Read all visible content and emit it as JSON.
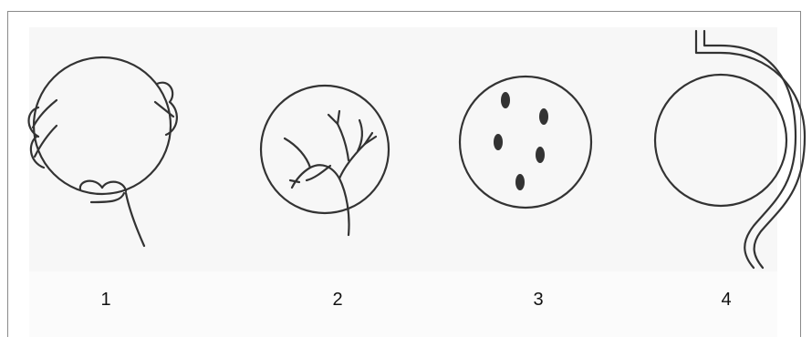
{
  "figures": [
    {
      "label": "1",
      "icon": "cell-with-bulging-membrane-and-tail-icon"
    },
    {
      "label": "2",
      "icon": "cell-with-branching-network-icon"
    },
    {
      "label": "3",
      "icon": "cell-with-five-dots-icon"
    },
    {
      "label": "4",
      "icon": "cell-with-double-outer-channel-icon"
    }
  ],
  "colors": {
    "stroke": "#333333",
    "border": "#8a8a8a",
    "panel": "#f7f7f7"
  }
}
